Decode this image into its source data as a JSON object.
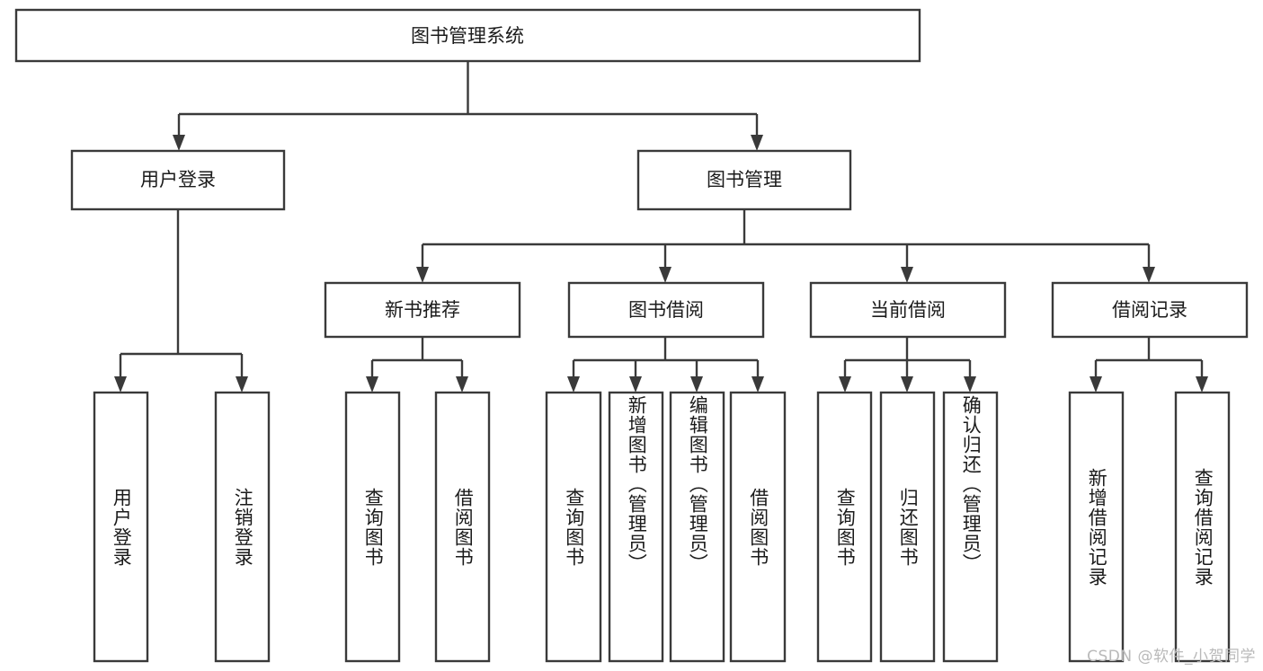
{
  "diagram": {
    "title": "图书管理系统",
    "type": "hierarchy-tree",
    "watermark": "CSDN @软件_小贺同学",
    "colors": {
      "stroke": "#3a3a3a",
      "fill": "#ffffff",
      "text": "#1b1b1b",
      "watermark": "#b9b9b9"
    },
    "levels": {
      "root": {
        "label": "图书管理系统"
      },
      "level2": [
        {
          "id": "user-login",
          "label": "用户登录"
        },
        {
          "id": "book-management",
          "label": "图书管理"
        }
      ],
      "level3": [
        {
          "id": "new-book-recommend",
          "label": "新书推荐",
          "parent": "book-management"
        },
        {
          "id": "book-borrow",
          "label": "图书借阅",
          "parent": "book-management"
        },
        {
          "id": "current-borrow",
          "label": "当前借阅",
          "parent": "book-management"
        },
        {
          "id": "borrow-record",
          "label": "借阅记录",
          "parent": "book-management"
        }
      ],
      "leaves": [
        {
          "id": "leaf-user-login",
          "label": "用户登录",
          "parent": "user-login"
        },
        {
          "id": "leaf-logout",
          "label": "注销登录",
          "parent": "user-login"
        },
        {
          "id": "leaf-query-book-1",
          "label": "查询图书",
          "parent": "new-book-recommend"
        },
        {
          "id": "leaf-borrow-book-1",
          "label": "借阅图书",
          "parent": "new-book-recommend"
        },
        {
          "id": "leaf-query-book-2",
          "label": "查询图书",
          "parent": "book-borrow"
        },
        {
          "id": "leaf-add-book",
          "label": "新增图书（管理员）",
          "parent": "book-borrow"
        },
        {
          "id": "leaf-edit-book",
          "label": "编辑图书（管理员）",
          "parent": "book-borrow"
        },
        {
          "id": "leaf-borrow-book-2",
          "label": "借阅图书",
          "parent": "book-borrow"
        },
        {
          "id": "leaf-query-book-3",
          "label": "查询图书",
          "parent": "current-borrow"
        },
        {
          "id": "leaf-return-book",
          "label": "归还图书",
          "parent": "current-borrow"
        },
        {
          "id": "leaf-confirm-return",
          "label": "确认归还（管理员）",
          "parent": "current-borrow"
        },
        {
          "id": "leaf-add-record",
          "label": "新增借阅记录",
          "parent": "borrow-record"
        },
        {
          "id": "leaf-query-record",
          "label": "查询借阅记录",
          "parent": "borrow-record"
        }
      ]
    }
  }
}
